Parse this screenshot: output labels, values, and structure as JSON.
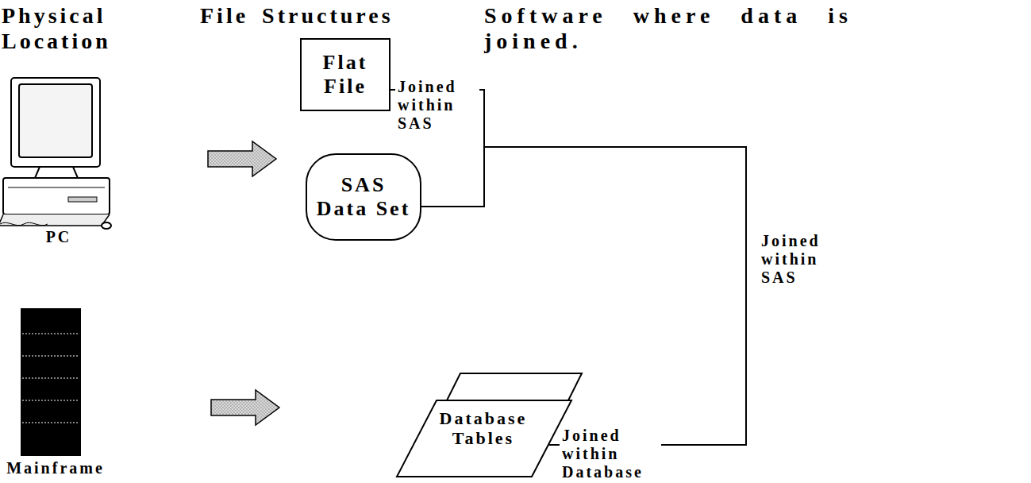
{
  "diagram": {
    "nodes": [
      {
        "text": [
          "Flat File"
        ]
      },
      {
        "text": [
          "SAS Data Set"
        ]
      },
      {
        "text": [
          "Database Tables"
        ]
      }
    ],
    "edges": [
      {
        "from": 0,
        "to": 1,
        "arrow": "none",
        "label": "Joined within SAS"
      },
      {
        "from": 0,
        "to": 2,
        "arrow": "none",
        "label": "Joined within SAS"
      },
      {
        "from": 1,
        "to": 2,
        "arrow": "none",
        "label": "Joined within Database"
      }
    ],
    "labels": [
      "Physical Location",
      "File Structures",
      "Software where data is joined.",
      "PC",
      "Mainframe"
    ]
  }
}
